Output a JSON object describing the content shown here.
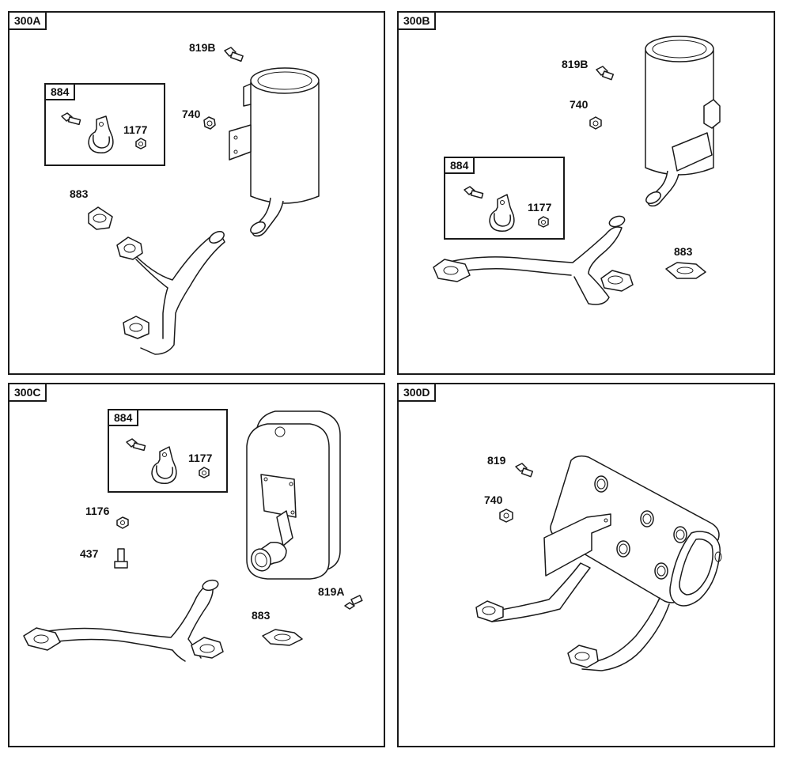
{
  "panels": {
    "a": {
      "tag": "300A",
      "kit": {
        "tag": "884",
        "parts": {
          "clamp_nut": "1177"
        }
      },
      "parts": {
        "screw": "819B",
        "nut": "740",
        "gasket": "883"
      }
    },
    "b": {
      "tag": "300B",
      "kit": {
        "tag": "884",
        "parts": {
          "clamp_nut": "1177"
        }
      },
      "parts": {
        "screw": "819B",
        "nut": "740",
        "gasket": "883"
      }
    },
    "c": {
      "tag": "300C",
      "kit": {
        "tag": "884",
        "parts": {
          "clamp_nut": "1177"
        }
      },
      "parts": {
        "nut": "1176",
        "bolt": "437",
        "screw": "819A",
        "gasket": "883"
      }
    },
    "d": {
      "tag": "300D",
      "parts": {
        "screw": "819",
        "nut": "740"
      }
    }
  }
}
